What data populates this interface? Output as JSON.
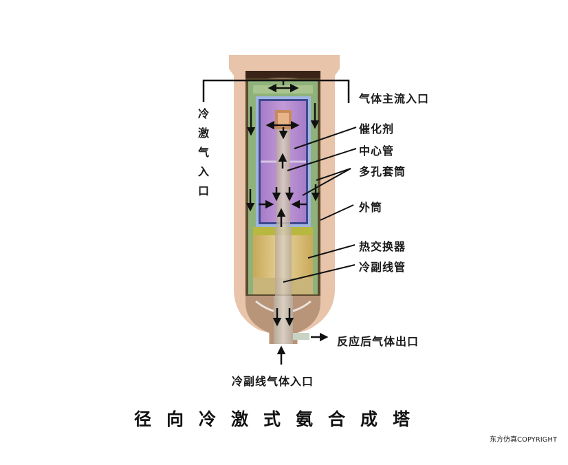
{
  "diagram": {
    "title": "径向冷激式氨合成塔",
    "copyright": "东方仿真COPYRIGHT",
    "labels": {
      "quench_gas_inlet": "冷激气入口",
      "main_gas_inlet": "气体主流入口",
      "catalyst": "催化剂",
      "center_pipe": "中心管",
      "perforated_sleeve": "多孔套筒",
      "outer_shell": "外筒",
      "heat_exchanger": "热交换器",
      "cold_bypass_pipe": "冷副线管",
      "reacted_gas_outlet": "反应后气体出口",
      "cold_bypass_gas_inlet": "冷副线气体入口"
    },
    "colors": {
      "pressure_shell": "#e8c4aa",
      "shell_interior_dark": "#3a2418",
      "annulus_green": "#8fb27a",
      "catalyst_purple": "#b48ad0",
      "sleeve_blue": "#9fb4e0",
      "center_pipe": "#c9a98a",
      "heat_exchanger": "#d6bf7a",
      "bottom_head": "#b89478",
      "leader_line": "#111111"
    }
  }
}
